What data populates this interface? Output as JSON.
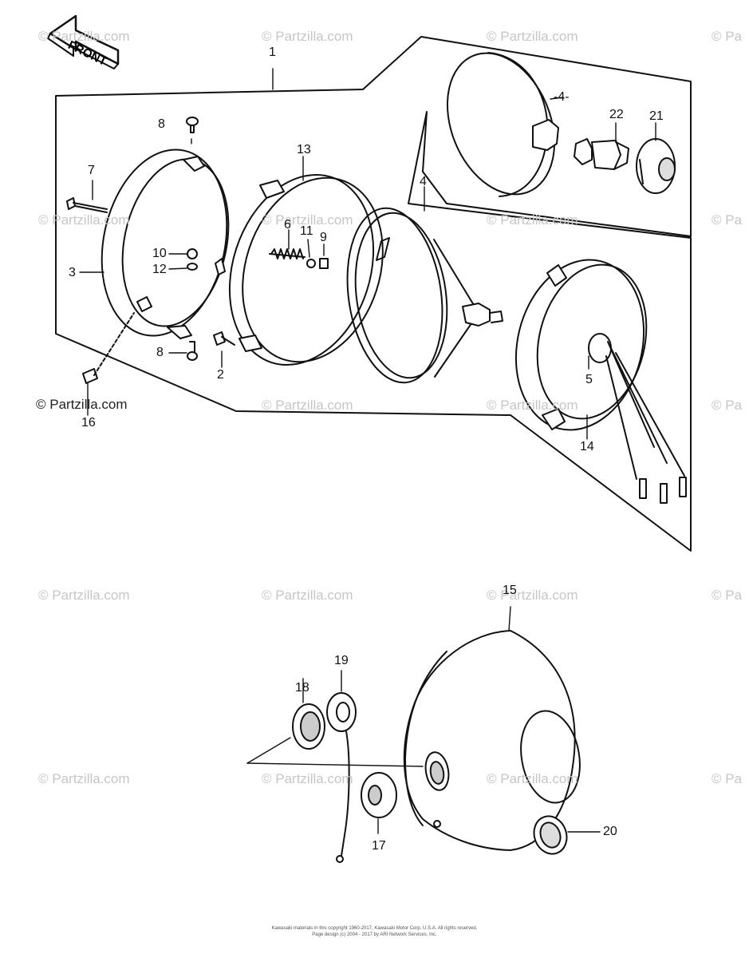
{
  "front_label": "FRONT",
  "copyright_label": "© Partzilla.com",
  "watermark_text": "© Partzilla.com",
  "watermark_partial_text": "© Pa",
  "callouts": {
    "c1": "1",
    "c2": "2",
    "c3": "3",
    "c4": "4",
    "c4b": "-4-",
    "c5": "5",
    "c6": "6",
    "c7": "7",
    "c8a": "8",
    "c8b": "8",
    "c9": "9",
    "c10": "10",
    "c11": "11",
    "c12": "12",
    "c13": "13",
    "c14": "14",
    "c15": "15",
    "c16": "16",
    "c17": "17",
    "c18": "18",
    "c19": "19",
    "c20": "20",
    "c21": "21",
    "c22": "22"
  },
  "footer": {
    "line1": "Kawasaki materials in this copyright 1960-2017, Kawasaki Motor Corp. U.S.A. All rights reserved.",
    "line2": "Page design (c) 2004 - 2017 by ARI Network Services, Inc."
  }
}
